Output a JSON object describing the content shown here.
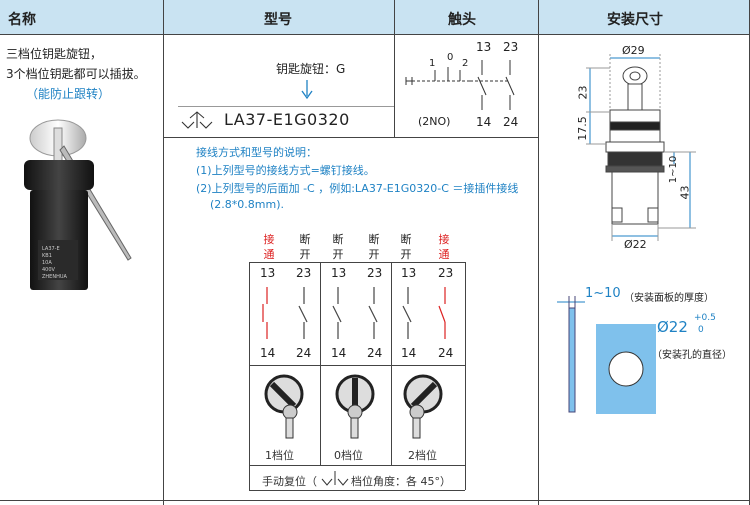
{
  "headers": {
    "name": "名称",
    "model": "型号",
    "contact": "触头",
    "install_size": "安装尺寸"
  },
  "product": {
    "desc_line1": "三档位钥匙旋钮，",
    "desc_line2": "3个档位钥匙都可以插拔。",
    "desc_line3": "（能防止跟转）",
    "body_labels": [
      "LA37-E",
      "KB1",
      "10A",
      "400V",
      "ZHENHUA"
    ]
  },
  "model": {
    "key_rotary_label": "钥匙旋钮：G",
    "part_number": "LA37-E1G0320"
  },
  "contact": {
    "terminals_top": [
      "13",
      "23"
    ],
    "terminals_bottom": [
      "14",
      "24"
    ],
    "positions": [
      "1",
      "0",
      "2"
    ],
    "type": "(2NO)"
  },
  "notes": {
    "title": "接线方式和型号的说明：",
    "line1": "(1)上列型号的接线方式=螺钉接线。",
    "line2": "(2)上列型号的后面加 -C ，例如:LA37-E1G0320-C ＝接插件接线",
    "line3": "(2.8*0.8mm)."
  },
  "states": {
    "headers": [
      {
        "c1": "接",
        "c2": "通",
        "color": "#d22"
      },
      {
        "c1": "断",
        "c2": "开",
        "color": "#222"
      },
      {
        "c1": "断",
        "c2": "开",
        "color": "#222"
      },
      {
        "c1": "断",
        "c2": "开",
        "color": "#222"
      },
      {
        "c1": "断",
        "c2": "开",
        "color": "#222"
      },
      {
        "c1": "接",
        "c2": "通",
        "color": "#d22"
      }
    ],
    "terminals_top": [
      "13",
      "23",
      "13",
      "23",
      "13",
      "23"
    ],
    "terminals_bottom": [
      "14",
      "24",
      "14",
      "24",
      "14",
      "24"
    ],
    "position_labels": [
      "1档位",
      "0档位",
      "2档位"
    ],
    "footer": "手动复位（",
    "footer_end": "档位角度：各 45°）"
  },
  "dimensions": {
    "d_top": "Ø29",
    "h1": "23",
    "h2": "17.5",
    "h3": "1~10",
    "h4": "43",
    "d_bottom": "Ø22",
    "panel_range": "1~10",
    "panel_range_note": "（安装面板的厚度）",
    "hole_dia": "Ø22",
    "hole_tol_plus": "+0.5",
    "hole_tol_zero": "0",
    "hole_note": "（安装孔的直径）"
  },
  "colors": {
    "header_bg": "#c9e3f2",
    "accent_blue": "#1f82c4",
    "red": "#d22",
    "panel_blue": "#7fc1ec"
  }
}
